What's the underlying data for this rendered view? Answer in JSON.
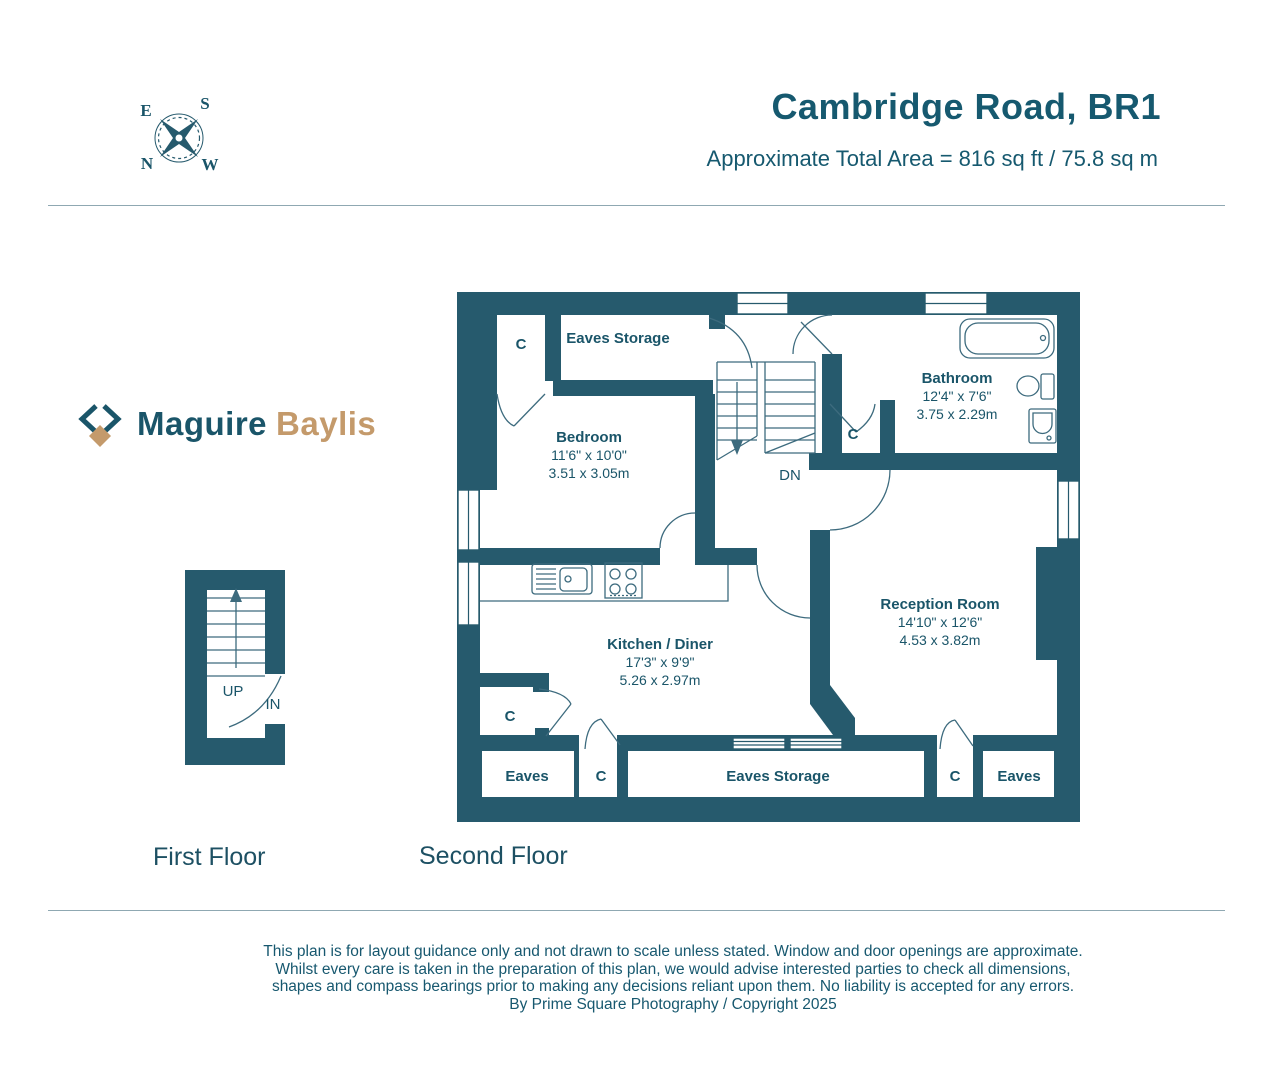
{
  "header": {
    "title": "Cambridge Road, BR1",
    "subtitle": "Approximate Total Area = 816 sq ft / 75.8 sq m"
  },
  "compass": {
    "north": "N",
    "east": "E",
    "south": "S",
    "west": "W"
  },
  "branding": {
    "primary": "Maguire",
    "secondary": "Baylis"
  },
  "floor_captions": {
    "first": "First Floor",
    "second": "Second Floor"
  },
  "first_floor": {
    "up": "UP",
    "in": "IN"
  },
  "second_floor": {
    "closet": "C",
    "dn": "DN",
    "eaves": "Eaves",
    "eaves_storage": "Eaves Storage",
    "rooms": {
      "bedroom": {
        "name": "Bedroom",
        "imperial": "11'6\" x 10'0\"",
        "metric": "3.51 x 3.05m"
      },
      "bathroom": {
        "name": "Bathroom",
        "imperial": "12'4\" x 7'6\"",
        "metric": "3.75 x 2.29m"
      },
      "kitchen": {
        "name": "Kitchen / Diner",
        "imperial": "17'3\" x 9'9\"",
        "metric": "5.26 x 2.97m"
      },
      "reception": {
        "name": "Reception Room",
        "imperial": "14'10\" x 12'6\"",
        "metric": "4.53 x 3.82m"
      }
    }
  },
  "footer": {
    "line1": "This plan is for layout guidance only and not drawn to scale unless stated. Window and door openings are approximate.",
    "line2": "Whilst every care is taken in the preparation of this plan, we would advise interested parties to check all dimensions,",
    "line3": "shapes and compass bearings prior to making any decisions reliant upon them. No liability is accepted for any errors.",
    "line4": "By Prime Square Photography / Copyright 2025"
  },
  "colors": {
    "wall": "#265a6d",
    "text": "#17586f",
    "gold": "#c49a6b"
  }
}
